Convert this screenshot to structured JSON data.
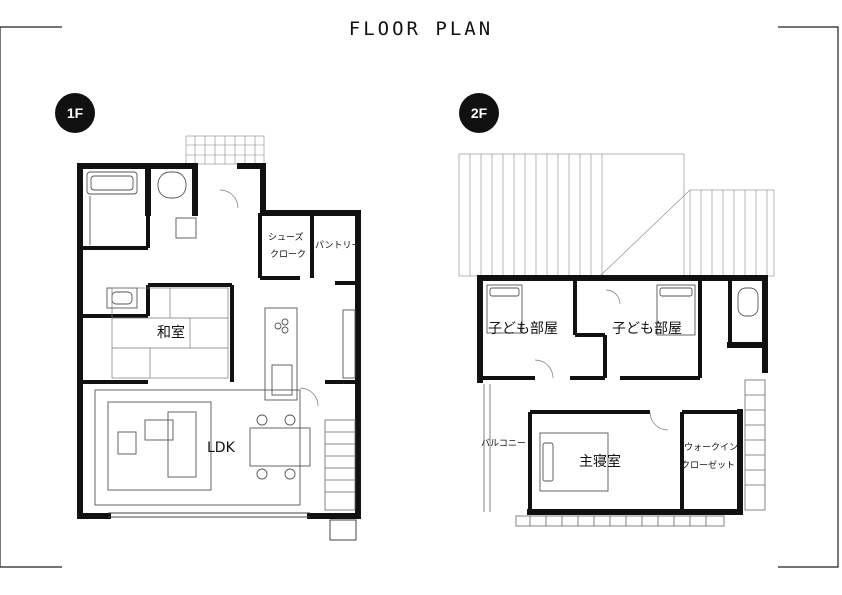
{
  "title": "FLOOR PLAN",
  "floors": [
    {
      "badge": "1F",
      "rooms": {
        "shoes": [
          "シューズ",
          "クローク"
        ],
        "pantry": "パントリー",
        "washitsu": "和室",
        "ldk": "LDK"
      }
    },
    {
      "badge": "2F",
      "rooms": {
        "kids1": "子ども部屋",
        "kids2": "子ども部屋",
        "balcony": "バルコニー",
        "master": "主寝室",
        "wic": [
          "ウォークイン",
          "クローゼット"
        ]
      }
    }
  ],
  "colors": {
    "wall": "#111111",
    "line": "#555555",
    "page": "#ffffff"
  }
}
